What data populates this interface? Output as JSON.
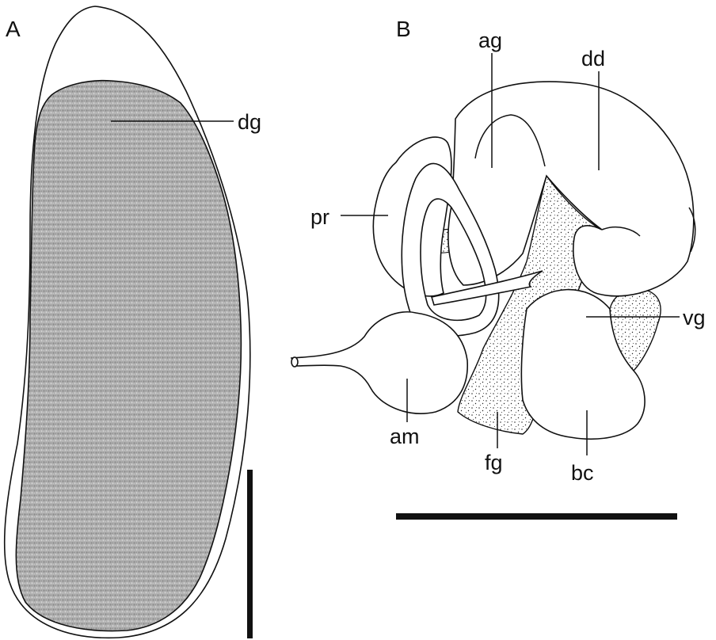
{
  "panels": {
    "a": {
      "letter": "A",
      "labels": {
        "dg": "dg"
      }
    },
    "b": {
      "letter": "B",
      "labels": {
        "ag": "ag",
        "dd": "dd",
        "pr": "pr",
        "vg": "vg",
        "am": "am",
        "fg": "fg",
        "bc": "bc"
      }
    }
  },
  "colors": {
    "line": "#111111",
    "gland_fill": "#b3b3b3",
    "stipple": "#222222",
    "background": "#ffffff"
  }
}
